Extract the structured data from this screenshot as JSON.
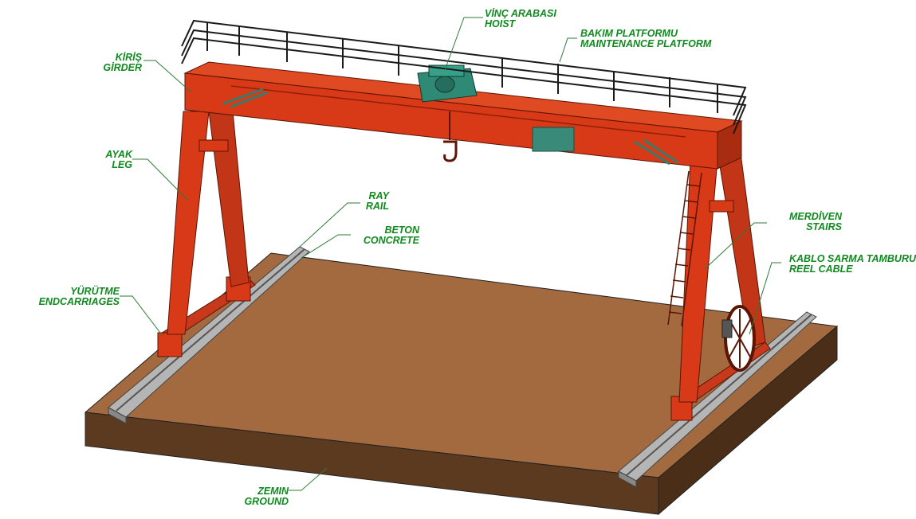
{
  "colors": {
    "label": "#0f8a1e",
    "steel": "#d83a17",
    "steel_dark": "#8f1f08",
    "ground_top": "#a36a3f",
    "ground_side": "#5c3a20",
    "rail": "#9a9a9a",
    "hoist": "#2e8a74"
  },
  "labels": {
    "hoist": [
      "VİNÇ ARABASI",
      "HOIST"
    ],
    "platform": [
      "BAKIM PLATFORMU",
      "MAINTENANCE PLATFORM"
    ],
    "girder": [
      "KİRİŞ",
      "GİRDER"
    ],
    "leg": [
      "AYAK",
      "LEG"
    ],
    "rail": [
      "RAY",
      "RAIL"
    ],
    "concrete": [
      "BETON",
      "CONCRETE"
    ],
    "stairs": [
      "MERDİVEN",
      "STAIRS"
    ],
    "reel": [
      "KABLO SARMA TAMBURU",
      "REEL CABLE"
    ],
    "endcarriages": [
      "YÜRÜTME",
      "ENDCARRIAGES"
    ],
    "ground": [
      "ZEMIN",
      "GROUND"
    ]
  }
}
